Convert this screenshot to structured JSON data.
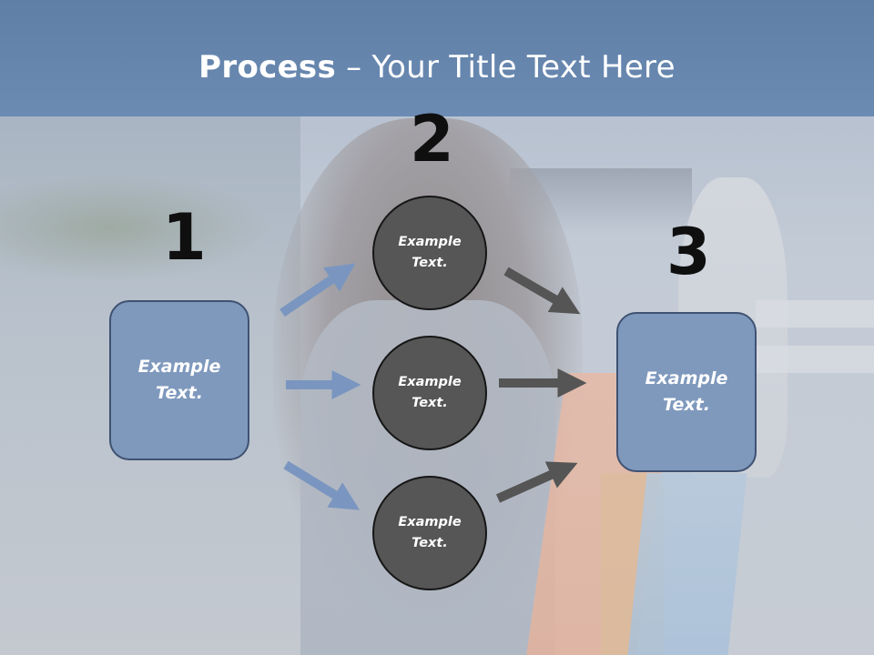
{
  "title": {
    "bold": "Process",
    "rest": " – Your Title Text Here"
  },
  "steps": [
    {
      "number": "1",
      "label_line1": "Example",
      "label_line2": "Text."
    },
    {
      "number": "2"
    },
    {
      "number": "3",
      "label_line1": "Example",
      "label_line2": "Text."
    }
  ],
  "circles": [
    {
      "line1": "Example",
      "line2": "Text."
    },
    {
      "line1": "Example",
      "line2": "Text."
    },
    {
      "line1": "Example",
      "line2": "Text."
    }
  ],
  "colors": {
    "title_band": "#6686ae",
    "box_fill": "#7f99bd",
    "box_border": "#3f5272",
    "circle_fill": "#565656",
    "arrow_blue": "#7a96c0",
    "arrow_dark": "#555555"
  }
}
